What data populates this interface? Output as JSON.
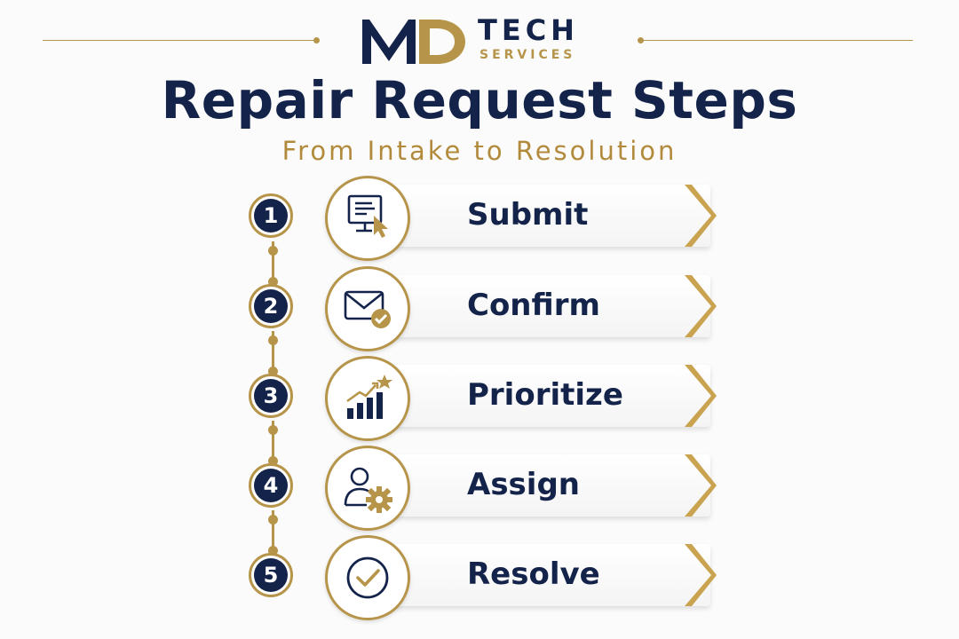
{
  "brand": {
    "mark": "MD",
    "name": "TECH",
    "tagline": "SERVICES",
    "colors": {
      "navy": "#14234a",
      "gold": "#b6954a"
    }
  },
  "title": "Repair Request Steps",
  "subtitle": "From Intake to Resolution",
  "steps": [
    {
      "number": "1",
      "label": "Submit",
      "icon": "computer-cursor-icon"
    },
    {
      "number": "2",
      "label": "Confirm",
      "icon": "envelope-check-icon"
    },
    {
      "number": "3",
      "label": "Prioritize",
      "icon": "growth-chart-star-icon"
    },
    {
      "number": "4",
      "label": "Assign",
      "icon": "user-gear-icon"
    },
    {
      "number": "5",
      "label": "Resolve",
      "icon": "check-circle-icon"
    }
  ]
}
